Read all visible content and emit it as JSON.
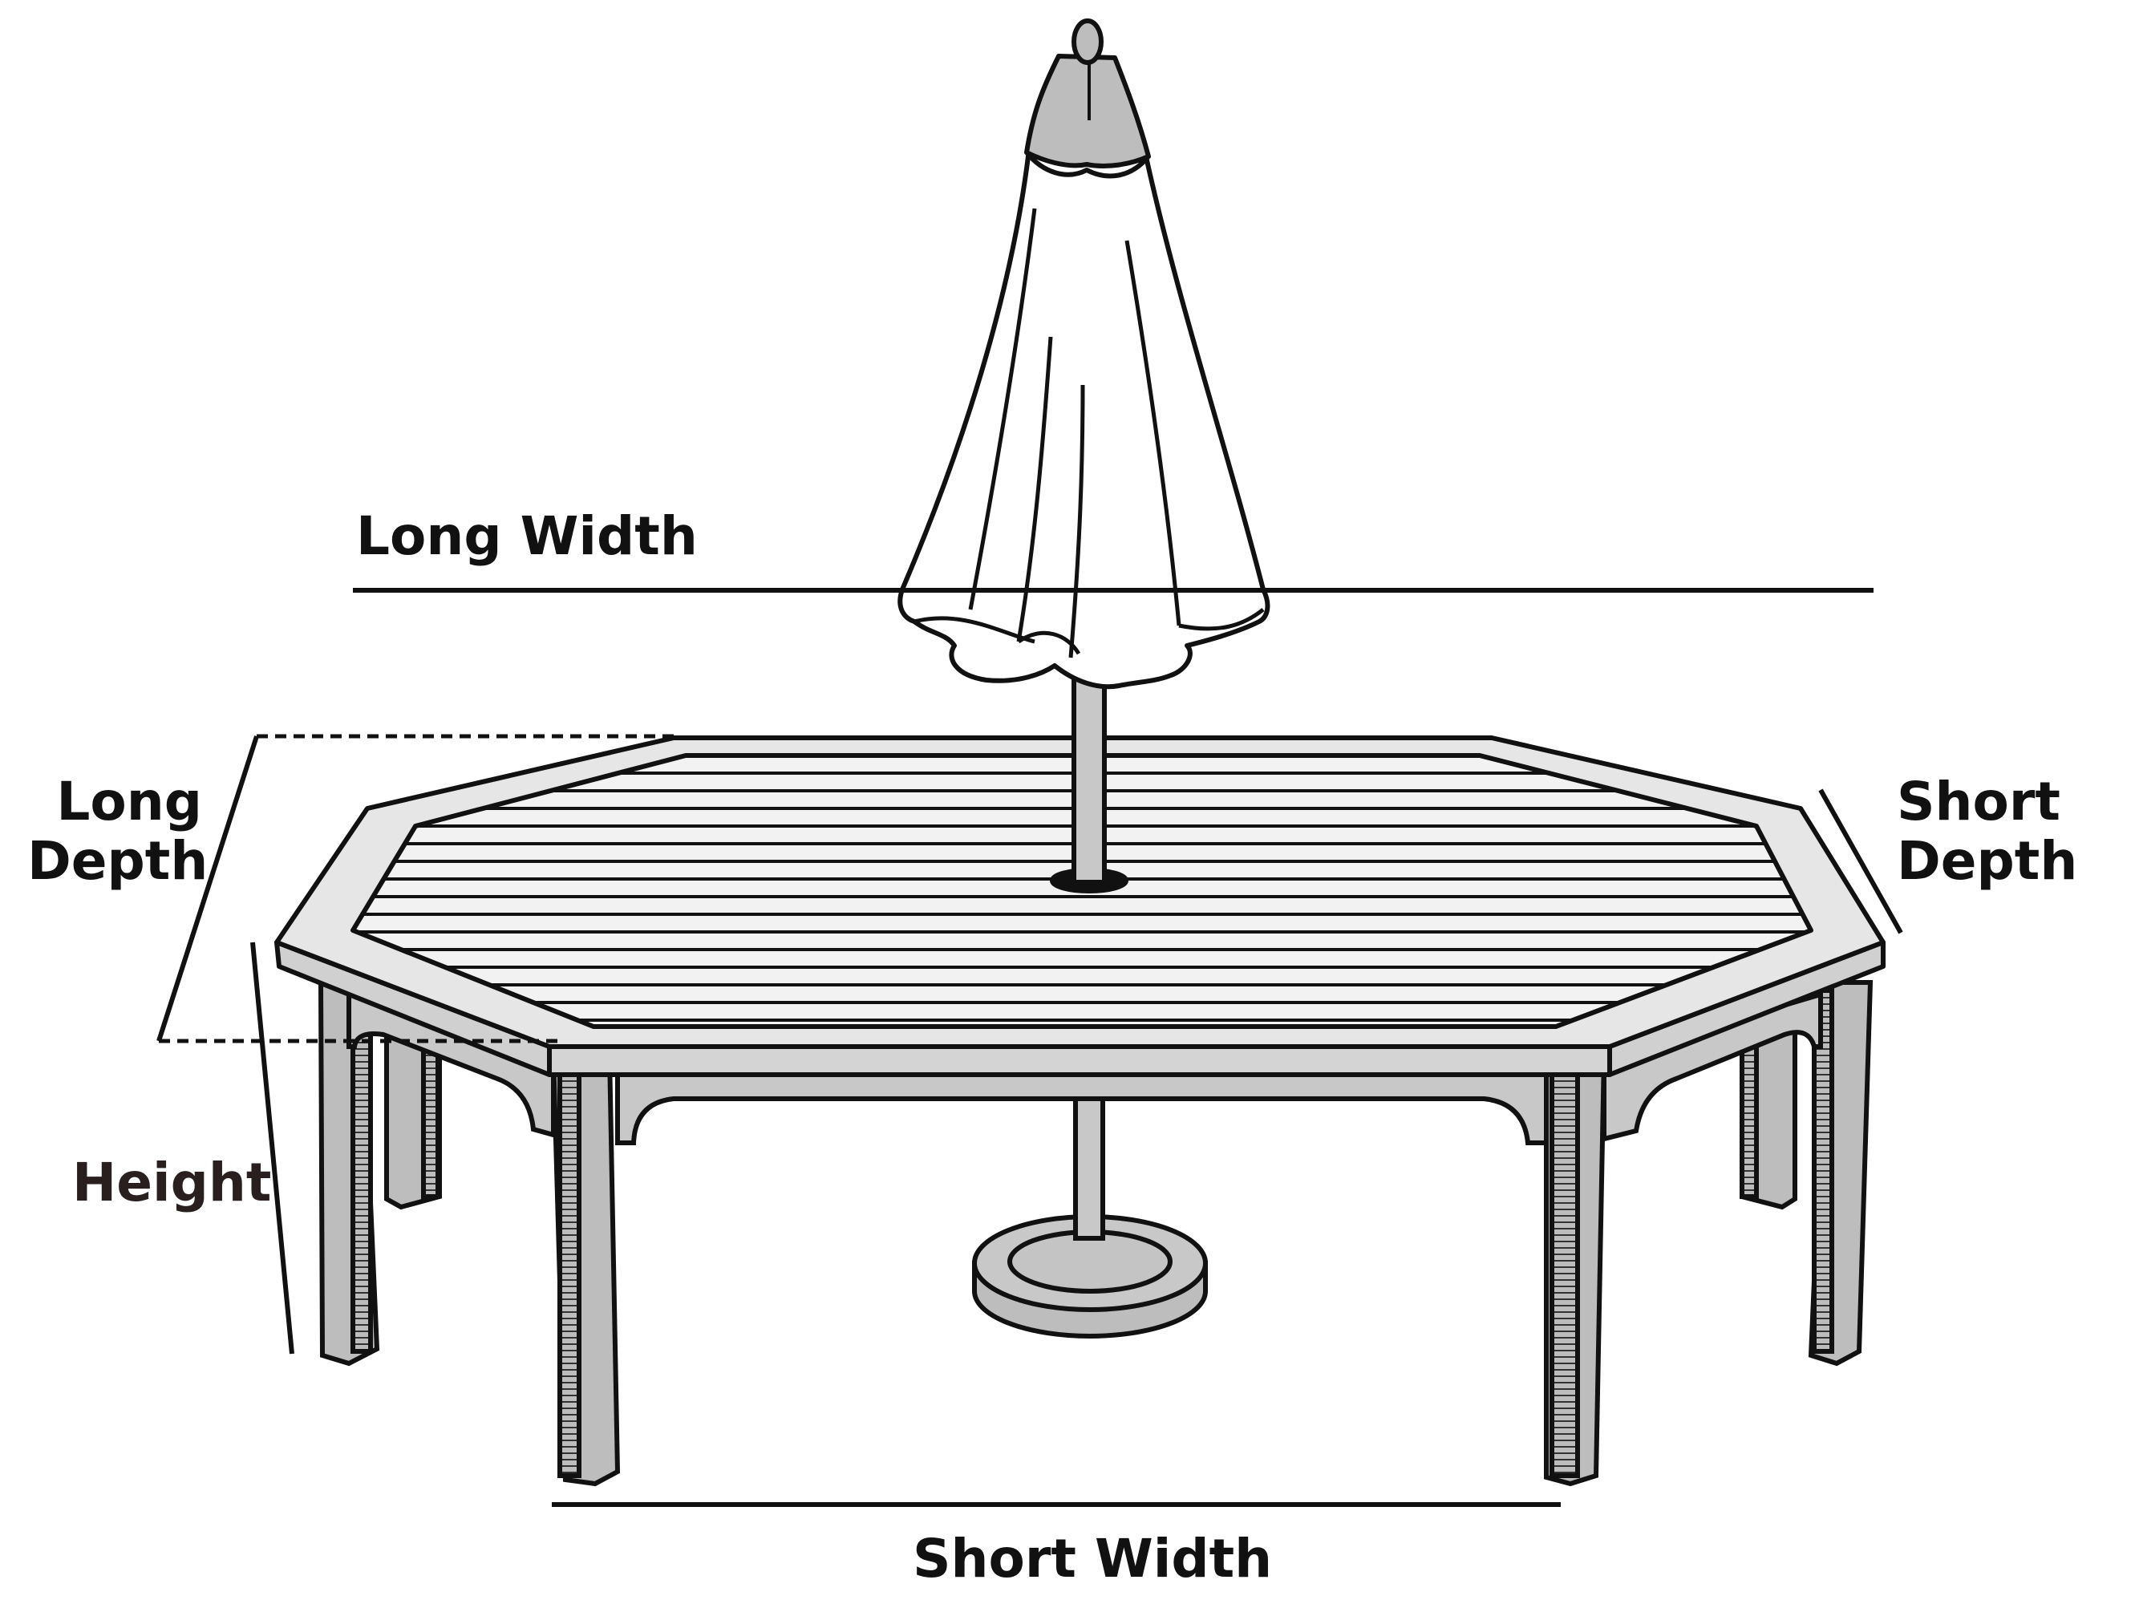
{
  "labels": {
    "long_width": "Long Width",
    "long_depth_line1": "Long",
    "long_depth_line2": "Depth",
    "short_depth_line1": "Short",
    "short_depth_line2": "Depth",
    "height": "Height",
    "short_width": "Short Width"
  },
  "colors": {
    "ink": "#111111",
    "wood_fill": "#c8c8c8",
    "leg_fill": "#bdbdbd",
    "shadow_fill": "#8f8f8f",
    "height_label": "#2a1f1f",
    "background": "#ffffff"
  }
}
